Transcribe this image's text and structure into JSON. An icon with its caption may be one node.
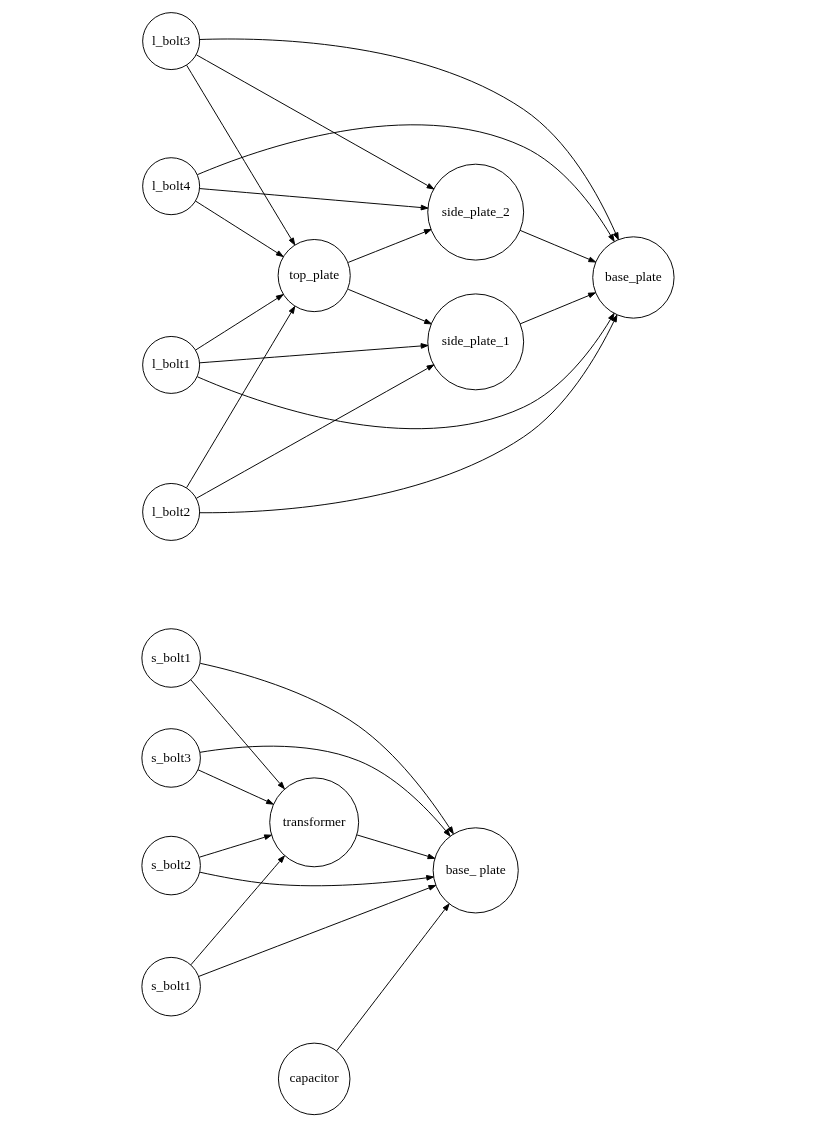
{
  "diagram": {
    "nodes": [
      {
        "text": [
          "s_bolt1"
        ]
      },
      {
        "text": [
          "s_bolt3"
        ]
      },
      {
        "text": [
          "s_bolt2"
        ]
      },
      {
        "text": [
          "s_bolt1"
        ]
      },
      {
        "text": [
          "transformer"
        ]
      },
      {
        "text": [
          "base_ plate"
        ]
      },
      {
        "text": [
          "capacitor"
        ]
      },
      {
        "text": [
          "l_bolt3"
        ]
      },
      {
        "text": [
          "side_plate_2"
        ]
      },
      {
        "text": [
          "l_bolt4"
        ]
      },
      {
        "text": [
          "base_plate"
        ]
      },
      {
        "text": [
          "top_plate"
        ]
      },
      {
        "text": [
          "l_bolt1"
        ]
      },
      {
        "text": [
          "side_plate_1"
        ]
      },
      {
        "text": [
          "l_bolt2"
        ]
      }
    ],
    "edges": [
      {
        "from": 0,
        "to": 4,
        "arrow": "to"
      },
      {
        "from": 0,
        "to": 5,
        "arrow": "to"
      },
      {
        "from": 1,
        "to": 4,
        "arrow": "to"
      },
      {
        "from": 1,
        "to": 5,
        "arrow": "to"
      },
      {
        "from": 2,
        "to": 4,
        "arrow": "to"
      },
      {
        "from": 2,
        "to": 5,
        "arrow": "to"
      },
      {
        "from": 3,
        "to": 4,
        "arrow": "to"
      },
      {
        "from": 3,
        "to": 5,
        "arrow": "to"
      },
      {
        "from": 4,
        "to": 5,
        "arrow": "to"
      },
      {
        "from": 6,
        "to": 5,
        "arrow": "to"
      },
      {
        "from": 7,
        "to": 8,
        "arrow": "to"
      },
      {
        "from": 9,
        "to": 8,
        "arrow": "to"
      },
      {
        "from": 7,
        "to": 10,
        "arrow": "to"
      },
      {
        "from": 7,
        "to": 11,
        "arrow": "to"
      },
      {
        "from": 8,
        "to": 10,
        "arrow": "to"
      },
      {
        "from": 9,
        "to": 10,
        "arrow": "to"
      },
      {
        "from": 9,
        "to": 11,
        "arrow": "to"
      },
      {
        "from": 11,
        "to": 8,
        "arrow": "to"
      },
      {
        "from": 11,
        "to": 13,
        "arrow": "to"
      },
      {
        "from": 12,
        "to": 10,
        "arrow": "to"
      },
      {
        "from": 12,
        "to": 11,
        "arrow": "to"
      },
      {
        "from": 12,
        "to": 13,
        "arrow": "to"
      },
      {
        "from": 13,
        "to": 10,
        "arrow": "to"
      },
      {
        "from": 14,
        "to": 10,
        "arrow": "to"
      },
      {
        "from": 14,
        "to": 13,
        "arrow": "to"
      },
      {
        "from": 14,
        "to": 11,
        "arrow": "to"
      }
    ]
  }
}
